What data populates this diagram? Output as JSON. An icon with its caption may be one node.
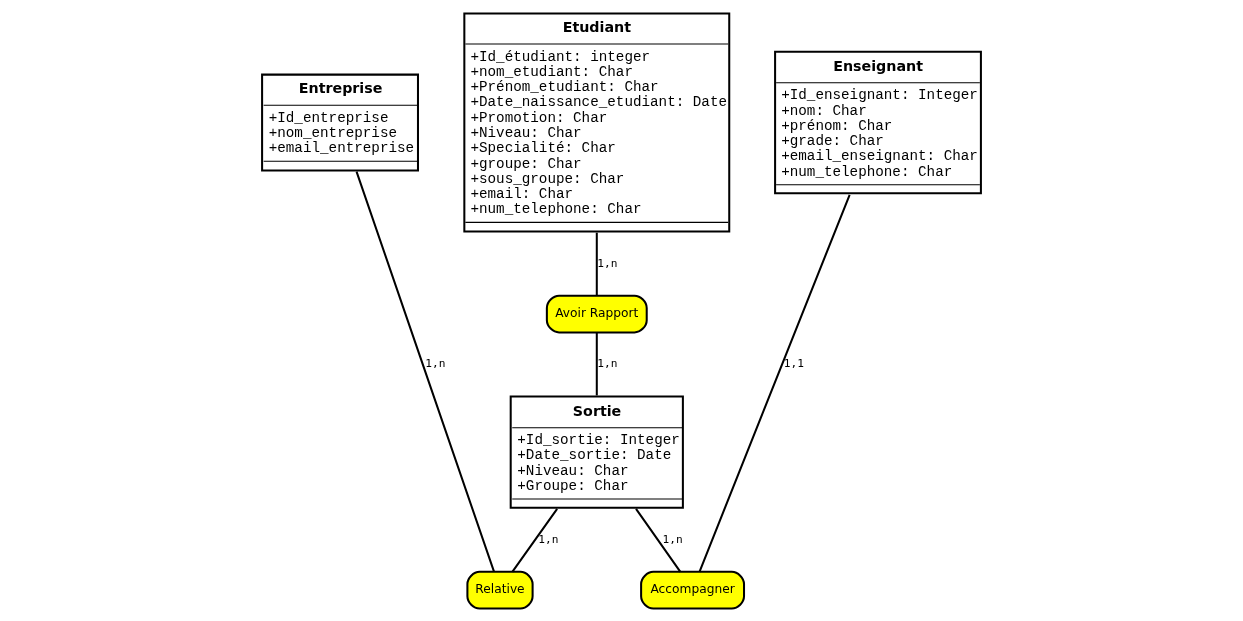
{
  "diagram": {
    "nodes": [
      {
        "text": [
          "Etudiant",
          "+Id_étudiant: integer",
          "+nom_etudiant: Char",
          "+Prénom_etudiant: Char",
          "+Date_naissance_etudiant: Date",
          "+Promotion: Char",
          "+Niveau: Char",
          "+Specialité: Char",
          "+groupe: Char",
          "+sous_groupe: Char",
          "+email: Char",
          "+num_telephone: Char"
        ]
      },
      {
        "text": [
          "Sortie",
          "+Id_sortie: Integer",
          "+Date_sortie: Date",
          "+Niveau: Char",
          "+Groupe: Char"
        ]
      },
      {
        "text": [
          "Avoir Rapport"
        ]
      },
      {
        "text": [
          "Relative"
        ]
      },
      {
        "text": [
          "Accompagner"
        ]
      },
      {
        "text": [
          "Entreprise",
          "+Id_entreprise",
          "+nom_entreprise",
          "+email_entreprise"
        ]
      },
      {
        "text": [
          "Enseignant",
          "+Id_enseignant: Integer",
          "+nom: Char",
          "+prénom: Char",
          "+grade: Char",
          "+email_enseignant: Char",
          "+num_telephone: Char"
        ]
      }
    ],
    "edges": [
      {
        "from": 0,
        "to": 2,
        "arrow": "none",
        "label": "1,n"
      },
      {
        "from": 2,
        "to": 1,
        "arrow": "none",
        "label": "1,n"
      },
      {
        "from": 1,
        "to": 3,
        "arrow": "none",
        "label": "1,n"
      },
      {
        "from": 3,
        "to": 5,
        "arrow": "none",
        "label": "1,n"
      },
      {
        "from": 1,
        "to": 4,
        "arrow": "none",
        "label": "1,n"
      },
      {
        "from": 4,
        "to": 6,
        "arrow": "none",
        "label": "1,1"
      }
    ]
  }
}
